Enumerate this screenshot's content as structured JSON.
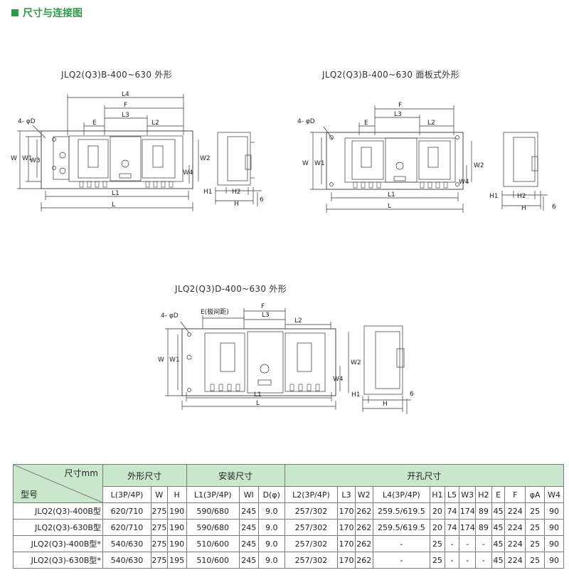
{
  "section": {
    "title": "尺寸与连接图"
  },
  "drawings": {
    "b": {
      "caption": "JLQ2(Q3)B-400~630 外形",
      "labels": {
        "L4": "L4",
        "F": "F",
        "E": "E",
        "L3": "L3",
        "L2": "L2",
        "D": "4- φD",
        "W": "W",
        "W1": "W1",
        "W3": "W3",
        "W2": "W2",
        "W4": "W4",
        "L1": "L1",
        "L": "L",
        "H1": "H1",
        "H2": "H2",
        "H": "H",
        "six": "6"
      }
    },
    "bp": {
      "caption": "JLQ2(Q3)B-400~630 面板式外形",
      "labels": {
        "F": "F",
        "E": "E",
        "L3": "L3",
        "L2": "L2",
        "D": "4- φD",
        "W": "W",
        "W1": "W1",
        "W2": "W2",
        "W4": "W4",
        "L1": "L1",
        "L": "L",
        "H1": "H1",
        "H2": "H2",
        "H": "H",
        "six": "6"
      }
    },
    "d": {
      "caption": "JLQ2(Q3)D-400~630 外形",
      "labels": {
        "E": "E(极间距)",
        "F": "F",
        "L3": "L3",
        "L2": "L2",
        "D": "4- φD",
        "W": "W",
        "W1": "W1",
        "W2": "W2",
        "W4": "W4",
        "L1": "L1",
        "L": "L",
        "H1": "H1",
        "H": "H",
        "six": "6"
      }
    }
  },
  "table": {
    "corner": {
      "top": "尺寸mm",
      "bottom": "型号"
    },
    "groups": [
      "外形尺寸",
      "安装尺寸",
      "开孔尺寸"
    ],
    "columns": [
      "L(3P/4P)",
      "W",
      "H",
      "L1(3P/4P)",
      "WI",
      "D(φ)",
      "L2(3P/4P)",
      "L3",
      "W2",
      "L4(3P/4P)",
      "H1",
      "L5",
      "W3",
      "H2",
      "E",
      "F",
      "φA",
      "W4"
    ],
    "rows": [
      {
        "model": "JLQ2(Q3)-400B型",
        "cells": [
          "620/710",
          "275",
          "190",
          "590/680",
          "245",
          "9.0",
          "257/302",
          "170",
          "262",
          "259.5/619.5",
          "20",
          "74",
          "174",
          "89",
          "45",
          "224",
          "25",
          "90"
        ]
      },
      {
        "model": "JLQ2(Q3)-630B型",
        "cells": [
          "620/710",
          "275",
          "190",
          "590/680",
          "245",
          "9.0",
          "257/302",
          "170",
          "262",
          "259.5/619.5",
          "20",
          "74",
          "174",
          "89",
          "45",
          "224",
          "25",
          "90"
        ]
      },
      {
        "model": "JLQ2(Q3)-400B型*",
        "cells": [
          "540/630",
          "275",
          "190",
          "510/600",
          "245",
          "9.0",
          "257/302",
          "170",
          "262",
          "-",
          "25",
          "-",
          "-",
          "-",
          "45",
          "224",
          "25",
          "90"
        ]
      },
      {
        "model": "JLQ2(Q3)-630B型*",
        "cells": [
          "540/630",
          "275",
          "195",
          "510/600",
          "245",
          "9.0",
          "257/302",
          "170",
          "262",
          "-",
          "25",
          "-",
          "-",
          "-",
          "45",
          "224",
          "25",
          "90"
        ]
      }
    ]
  }
}
